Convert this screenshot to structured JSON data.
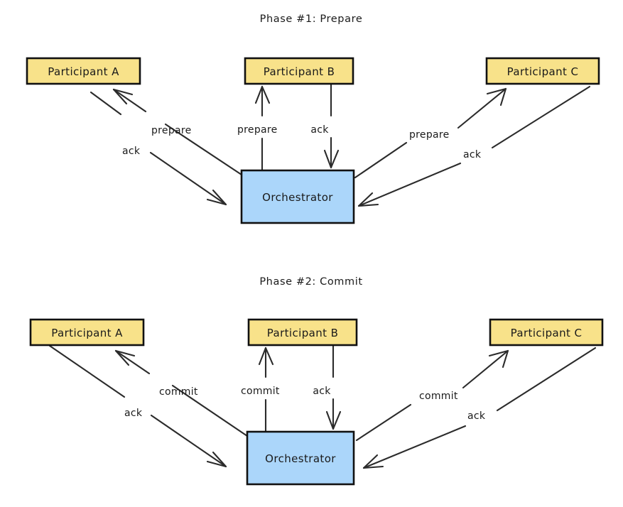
{
  "diagram": {
    "type": "two-phase-commit-sequence",
    "background": "#ffffff",
    "colors": {
      "participant_fill": "#F8E28A",
      "orchestrator_fill": "#ABD6FA",
      "box_stroke": "#111111",
      "edge_stroke": "#2b2b2b",
      "text": "#1a1a1a"
    },
    "phases": [
      {
        "id": "phase-1",
        "title": "Phase #1: Prepare",
        "request_label": "prepare",
        "response_label": "ack",
        "nodes": [
          {
            "id": "participant-a",
            "label": "Participant A",
            "role": "participant"
          },
          {
            "id": "participant-b",
            "label": "Participant B",
            "role": "participant"
          },
          {
            "id": "participant-c",
            "label": "Participant C",
            "role": "participant"
          },
          {
            "id": "orchestrator",
            "label": "Orchestrator",
            "role": "orchestrator"
          }
        ],
        "edges": [
          {
            "id": "p1-prepare-a",
            "from": "orchestrator",
            "to": "participant-a",
            "label": "prepare"
          },
          {
            "id": "p1-ack-a",
            "from": "participant-a",
            "to": "orchestrator",
            "label": "ack"
          },
          {
            "id": "p1-prepare-b",
            "from": "orchestrator",
            "to": "participant-b",
            "label": "prepare"
          },
          {
            "id": "p1-ack-b",
            "from": "participant-b",
            "to": "orchestrator",
            "label": "ack"
          },
          {
            "id": "p1-prepare-c",
            "from": "orchestrator",
            "to": "participant-c",
            "label": "prepare"
          },
          {
            "id": "p1-ack-c",
            "from": "participant-c",
            "to": "orchestrator",
            "label": "ack"
          }
        ]
      },
      {
        "id": "phase-2",
        "title": "Phase #2: Commit",
        "request_label": "commit",
        "response_label": "ack",
        "nodes": [
          {
            "id": "participant-a",
            "label": "Participant A",
            "role": "participant"
          },
          {
            "id": "participant-b",
            "label": "Participant B",
            "role": "participant"
          },
          {
            "id": "participant-c",
            "label": "Participant C",
            "role": "participant"
          },
          {
            "id": "orchestrator",
            "label": "Orchestrator",
            "role": "orchestrator"
          }
        ],
        "edges": [
          {
            "id": "p2-commit-a",
            "from": "orchestrator",
            "to": "participant-a",
            "label": "commit"
          },
          {
            "id": "p2-ack-a",
            "from": "participant-a",
            "to": "orchestrator",
            "label": "ack"
          },
          {
            "id": "p2-commit-b",
            "from": "orchestrator",
            "to": "participant-b",
            "label": "commit"
          },
          {
            "id": "p2-ack-b",
            "from": "participant-b",
            "to": "orchestrator",
            "label": "ack"
          },
          {
            "id": "p2-commit-c",
            "from": "orchestrator",
            "to": "participant-c",
            "label": "commit"
          },
          {
            "id": "p2-ack-c",
            "from": "participant-c",
            "to": "orchestrator",
            "label": "ack"
          }
        ]
      }
    ]
  }
}
